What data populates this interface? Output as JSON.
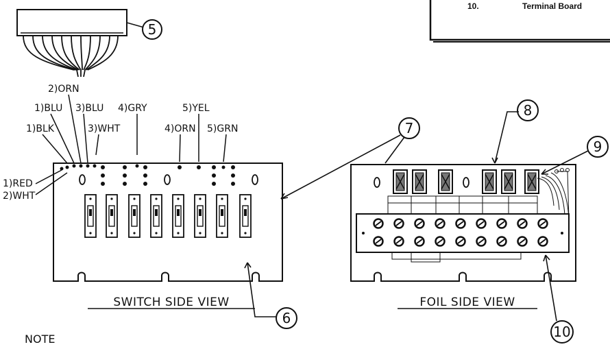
{
  "legend_box": {
    "row_number": "10.",
    "row_label": "Terminal Board"
  },
  "callouts": [
    "5",
    "6",
    "7",
    "8",
    "9",
    "10"
  ],
  "wire_labels": {
    "orn2": "2)ORN",
    "blu1": "1)BLU",
    "blu3": "3)BLU",
    "gry4": "4)GRY",
    "yel5": "5)YEL",
    "blk1": "1)BLK",
    "wht3": "3)WHT",
    "orn4": "4)ORN",
    "grn5": "5)GRN",
    "red1": "1)RED",
    "wht2": "2)WHT"
  },
  "views": {
    "switch_side": "SWITCH SIDE VIEW",
    "foil_side": "FOIL SIDE VIEW"
  },
  "note": "NOTE",
  "colors": {
    "ink": "#111111",
    "paper": "#ffffff"
  },
  "switch_count": 8,
  "terminal_rows": 2,
  "terminals_per_row": 9
}
